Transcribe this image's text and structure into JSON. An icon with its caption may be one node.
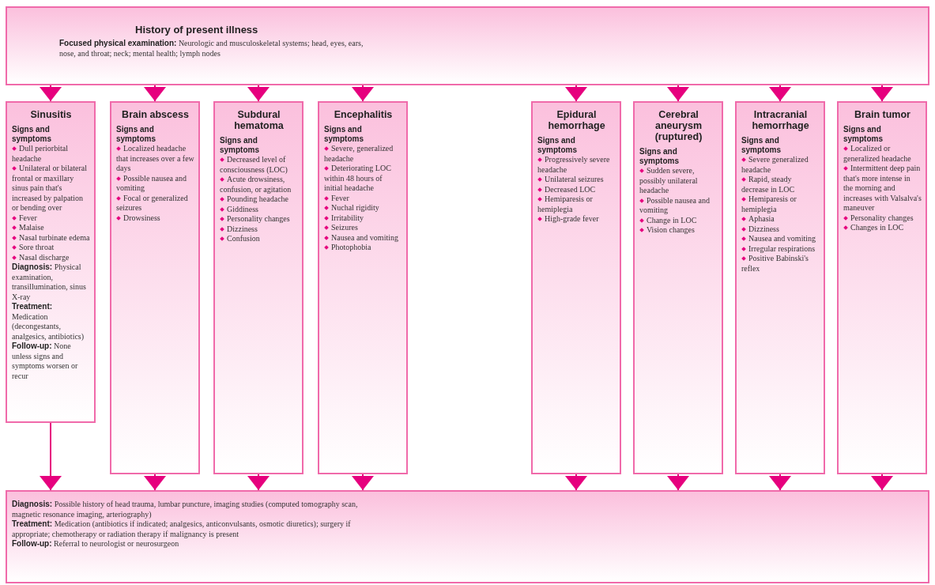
{
  "diagram": {
    "nodes": [
      {
        "text": [
          "History of present illness",
          "**Focused physical examination:** Neurologic and musculoskeletal systems; head, eyes, ears, nose, and throat; neck; mental health; lymph nodes"
        ]
      },
      {
        "text": [
          "Sinusitis",
          "Signs and symptoms",
          "Dull periorbital headache",
          "Unilateral or bilateral frontal or maxillary sinus pain that's increased by palpation or bending over",
          "Fever",
          "Malaise",
          "Nasal turbinate edema",
          "Sore throat",
          "Nasal discharge",
          "**Diagnosis:** Physical examination, transillumination, sinus X-ray",
          "**Treatment:** Medication (decongestants, analgesics, antibiotics)",
          "**Follow-up:** None unless signs and symptoms worsen or recur"
        ]
      },
      {
        "text": [
          "Brain abscess",
          "Signs and symptoms",
          "Localized headache that increases over a few days",
          "Possible nausea and vomiting",
          "Focal or generalized seizures",
          "Drowsiness"
        ]
      },
      {
        "text": [
          "Subdural hematoma",
          "Signs and symptoms",
          "Decreased level of consciousness (LOC)",
          "Acute drowsiness, confusion, or agitation",
          "Pounding headache",
          "Giddiness",
          "Personality changes",
          "Dizziness",
          "Confusion"
        ]
      },
      {
        "text": [
          "Encephalitis",
          "Signs and symptoms",
          "Severe, generalized headache",
          "Deteriorating LOC within 48 hours of initial headache",
          "Fever",
          "Nuchal rigidity",
          "Irritability",
          "Seizures",
          "Nausea and vomiting",
          "Photophobia"
        ]
      },
      {
        "text": [
          "Epidural hemorrhage",
          "Signs and symptoms",
          "Progressively severe headache",
          "Unilateral seizures",
          "Decreased LOC",
          "Hemiparesis or hemiplegia",
          "High-grade fever"
        ]
      },
      {
        "text": [
          "Cerebral aneurysm (ruptured)",
          "Signs and symptoms",
          "Sudden severe, possibly unilateral headache",
          "Possible nausea and vomiting",
          "Change in LOC",
          "Vision changes"
        ]
      },
      {
        "text": [
          "Intracranial hemorrhage",
          "Signs and symptoms",
          "Severe generalized headache",
          "Rapid, steady decrease in LOC",
          "Hemiparesis or hemiplegia",
          "Aphasia",
          "Dizziness",
          "Nausea and vomiting",
          "Irregular respirations",
          "Positive Babinski's reflex"
        ]
      },
      {
        "text": [
          "Brain tumor",
          "Signs and symptoms",
          "Localized or generalized headache",
          "Intermittent deep pain that's more intense in the morning and increases with Valsalva's maneuver",
          "Personality changes",
          "Changes in LOC"
        ]
      },
      {
        "text": [
          "**Diagnosis:** Possible history of head trauma, lumbar puncture, imaging studies (computed tomography scan, magnetic resonance imaging, arteriography)",
          "**Treatment:** Medication (antibiotics if indicated; analgesics, anticonvulsants, osmotic diuretics); surgery if appropriate; chemotherapy or radiation therapy if malignancy is present",
          "**Follow-up:** Referral to neurologist or neurosurgeon"
        ]
      }
    ],
    "edges": [
      {
        "from": 0,
        "to": 1,
        "arrow": "to"
      },
      {
        "from": 0,
        "to": 2,
        "arrow": "to"
      },
      {
        "from": 0,
        "to": 3,
        "arrow": "to"
      },
      {
        "from": 0,
        "to": 4,
        "arrow": "to"
      },
      {
        "from": 0,
        "to": 5,
        "arrow": "to"
      },
      {
        "from": 0,
        "to": 6,
        "arrow": "to"
      },
      {
        "from": 0,
        "to": 7,
        "arrow": "to"
      },
      {
        "from": 0,
        "to": 8,
        "arrow": "to"
      },
      {
        "from": 1,
        "to": 9,
        "arrow": "to"
      },
      {
        "from": 2,
        "to": 9,
        "arrow": "to"
      },
      {
        "from": 3,
        "to": 9,
        "arrow": "to"
      },
      {
        "from": 4,
        "to": 9,
        "arrow": "to"
      },
      {
        "from": 5,
        "to": 9,
        "arrow": "to"
      },
      {
        "from": 6,
        "to": 9,
        "arrow": "to"
      },
      {
        "from": 7,
        "to": 9,
        "arrow": "to"
      },
      {
        "from": 8,
        "to": 9,
        "arrow": "to"
      }
    ]
  }
}
